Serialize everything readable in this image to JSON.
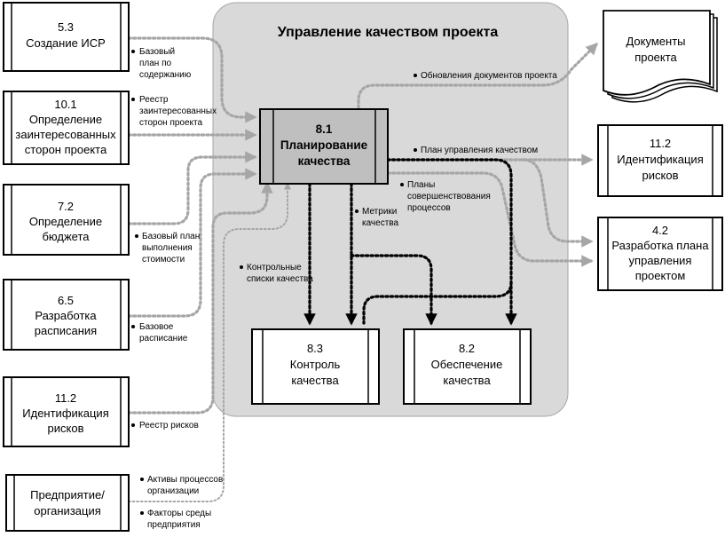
{
  "diagram": {
    "title": "Управление качеством проекта",
    "center": {
      "num": "8.1",
      "line1": "Планирование",
      "line2": "качества"
    },
    "boxes": {
      "wbs": {
        "num": "5.3",
        "line1": "Создание ИСР"
      },
      "stakeholders": {
        "num": "10.1",
        "line1": "Определение",
        "line2": "заинтересованных",
        "line3": "сторон проекта"
      },
      "budget": {
        "num": "7.2",
        "line1": "Определение",
        "line2": "бюджета"
      },
      "schedule": {
        "num": "6.5",
        "line1": "Разработка",
        "line2": "расписания"
      },
      "risks_in": {
        "num": "11.2",
        "line1": "Идентификация",
        "line2": "рисков"
      },
      "enterprise": {
        "line1": "Предприятие/",
        "line2": "организация"
      },
      "control": {
        "num": "8.3",
        "line1": "Контроль",
        "line2": "качества"
      },
      "assurance": {
        "num": "8.2",
        "line1": "Обеспечение",
        "line2": "качества"
      },
      "risks_out": {
        "num": "11.2",
        "line1": "Идентификация",
        "line2": "рисков"
      },
      "pm_plan": {
        "num": "4.2",
        "line1": "Разработка плана",
        "line2": "управления",
        "line3": "проектом"
      },
      "documents": {
        "line1": "Документы",
        "line2": "проекта"
      }
    },
    "labels": {
      "scope_baseline": [
        "Базовый",
        "план по",
        "содержанию"
      ],
      "stakeholder_register": [
        "Реестр",
        "заинтересованных",
        "сторон проекта"
      ],
      "cost_baseline": [
        "Базовый план",
        "выполнения",
        "стоимости"
      ],
      "schedule_baseline": [
        "Базовое",
        "расписание"
      ],
      "risk_register": [
        "Реестр рисков"
      ],
      "org_assets": [
        "Активы процессов",
        "организации"
      ],
      "env_factors": [
        "Факторы среды",
        "предприятия"
      ],
      "doc_updates": [
        "Обновления документов проекта"
      ],
      "quality_plan": [
        "План управления качеством"
      ],
      "improvement_plans": [
        "Планы",
        "совершенствования",
        "процессов"
      ],
      "quality_metrics": [
        "Метрики",
        "качества"
      ],
      "checklists": [
        "Контрольные",
        "списки качества"
      ]
    }
  }
}
